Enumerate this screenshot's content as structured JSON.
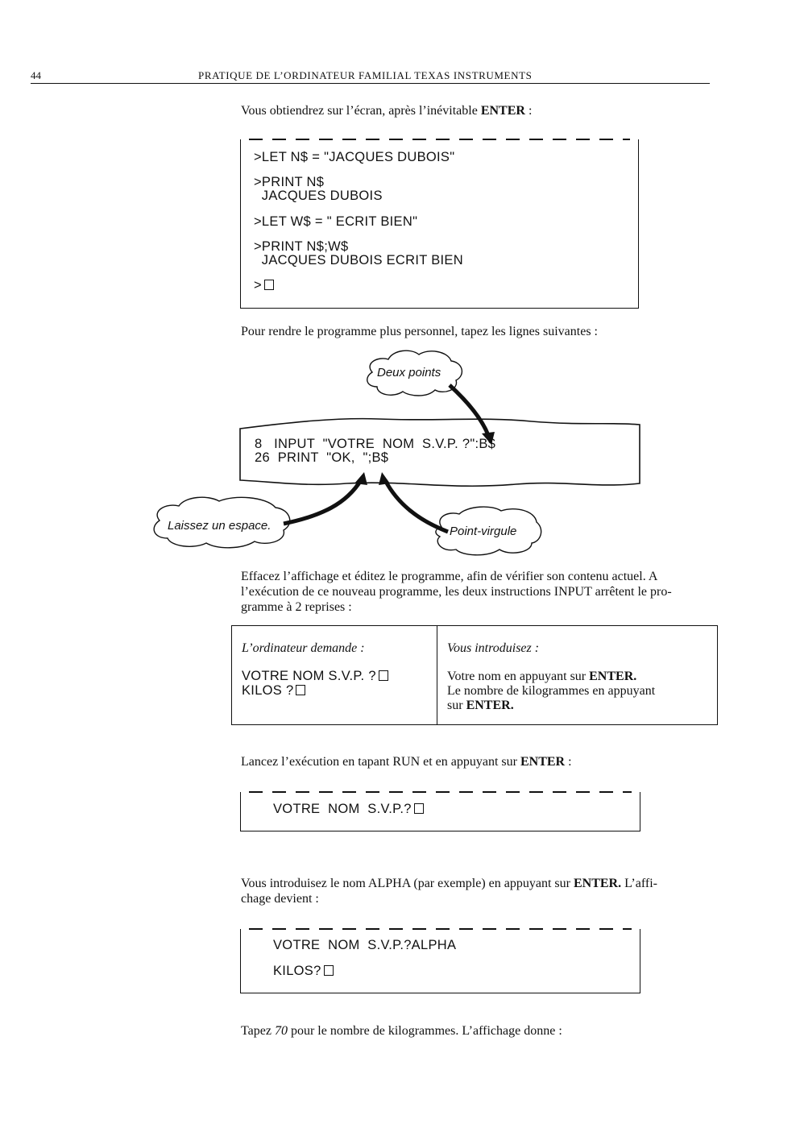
{
  "header": {
    "page_number": "44",
    "running_head": "PRATIQUE DE L’ORDINATEUR FAMILIAL TEXAS INSTRUMENTS"
  },
  "intro": {
    "text": "Vous obtiendrez sur l’écran, après l’inévitable ",
    "bold": "ENTER",
    "after": " :"
  },
  "screen1": {
    "lines": [
      ">LET N$ = \"JACQUES DUBOIS\"",
      ">PRINT N$",
      "  JACQUES DUBOIS",
      ">LET W$ = \" ECRIT BIEN\"",
      ">PRINT N$;W$",
      "  JACQUES DUBOIS ECRIT BIEN",
      ">"
    ]
  },
  "para_personal": "Pour rendre le programme plus personnel, tapez les lignes suivantes :",
  "listing": {
    "line1": "8   INPUT  \"VOTRE  NOM  S.V.P. ?\":B$",
    "line2": "26  PRINT  \"OK,  \";B$"
  },
  "callouts": {
    "colon": "Deux points",
    "space": "Laissez un espace.",
    "semicolon": "Point-virgule"
  },
  "para_erase": {
    "line1": "Effacez l’affichage et éditez le programme, afin de vérifier son contenu actuel. A",
    "line2": "l’exécution de ce nouveau programme, les deux instructions INPUT arrêtent le pro-",
    "line3": "gramme à 2 reprises :"
  },
  "table": {
    "left_header": "L’ordinateur demande :",
    "right_header": "Vous introduisez :",
    "prompt1": "VOTRE NOM S.V.P. ?",
    "prompt2": "KILOS ?",
    "answer1_pre": "Votre nom en appuyant sur ",
    "answer1_bold": "ENTER.",
    "answer2_line1": "Le nombre de kilogrammes en appuyant",
    "answer2_pre": "sur ",
    "answer2_bold": "ENTER."
  },
  "para_run": {
    "text": "Lancez l’exécution en tapant RUN et en appuyant sur ",
    "bold": "ENTER",
    "after": " :"
  },
  "screen2": {
    "line": "VOTRE  NOM  S.V.P.?"
  },
  "para_alpha": {
    "line1_pre": "Vous introduisez le nom ALPHA (par exemple) en appuyant sur ",
    "line1_bold": "ENTER.",
    "line1_post": " L’affi-",
    "line2": "chage devient :"
  },
  "screen3": {
    "line1": "VOTRE  NOM  S.V.P.?ALPHA",
    "line2": "KILOS?"
  },
  "para_final": {
    "pre": "Tapez ",
    "italic": "70",
    "post": " pour le nombre de kilogrammes. L’affichage donne :"
  }
}
